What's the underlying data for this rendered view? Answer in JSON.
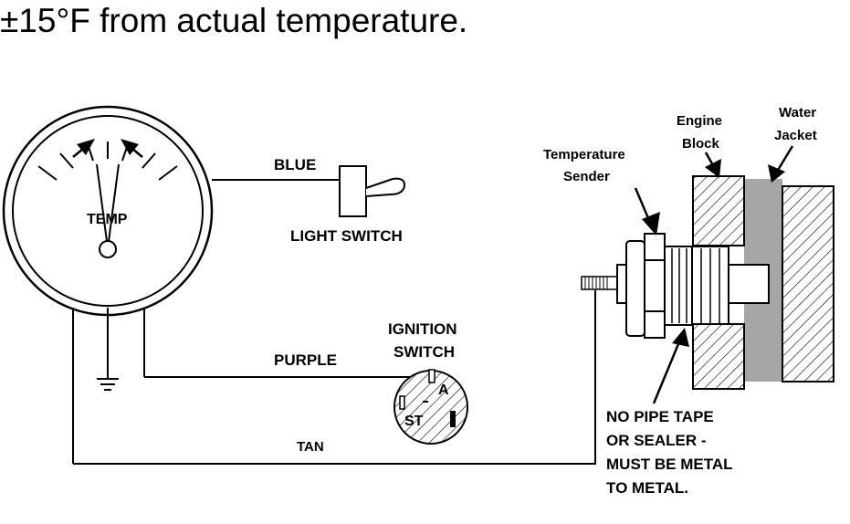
{
  "header": {
    "text": "±15°F from actual temperature."
  },
  "gauge": {
    "label": "TEMP"
  },
  "wires": {
    "blue": "BLUE",
    "purple": "PURPLE",
    "tan": "TAN"
  },
  "light_switch": {
    "label": "LIGHT SWITCH"
  },
  "ignition_switch": {
    "label_line1": "IGNITION",
    "label_line2": "SWITCH",
    "pin_a": "A",
    "pin_st": "ST"
  },
  "sender": {
    "label_line1": "Temperature",
    "label_line2": "Sender"
  },
  "engine_block": {
    "label_line1": "Engine",
    "label_line2": "Block"
  },
  "water_jacket": {
    "label_line1": "Water",
    "label_line2": "Jacket"
  },
  "note": {
    "lines": [
      "NO PIPE TAPE",
      "OR SEALER -",
      "MUST BE METAL",
      "TO METAL."
    ]
  },
  "colors": {
    "line": "#000000",
    "water": "#a6a6a6",
    "background": "#ffffff"
  }
}
